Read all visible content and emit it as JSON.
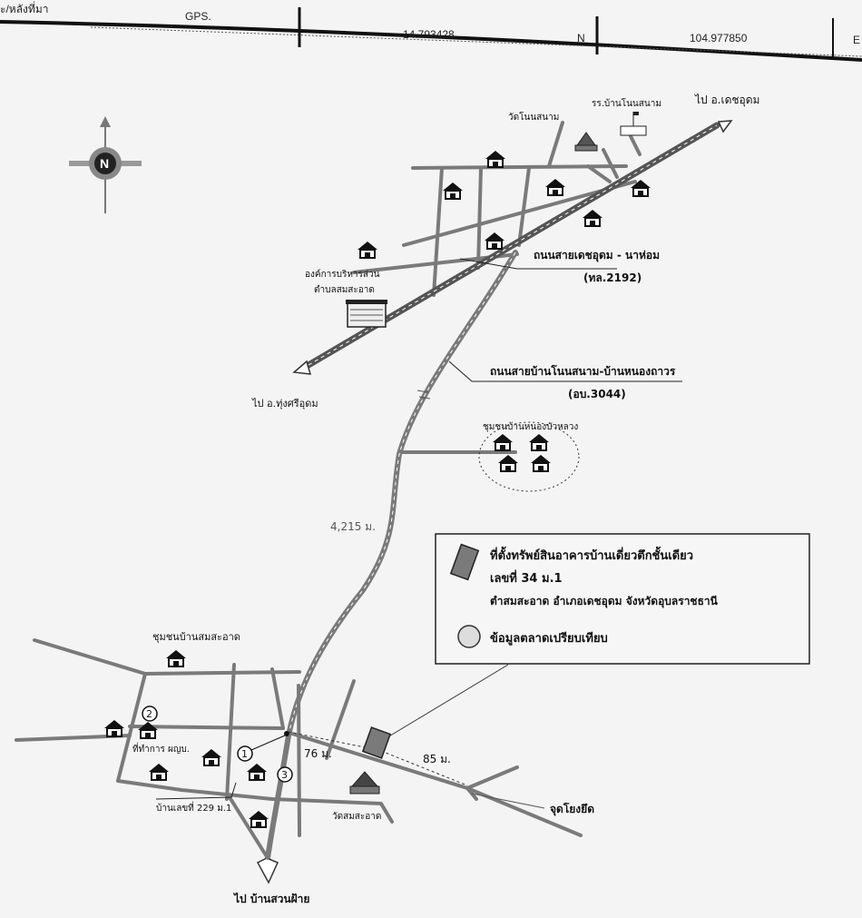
{
  "header": {
    "corner_text": "ะ/หลังที่มา",
    "gps_label": "GPS.",
    "lat_value": "14.793428",
    "lat_dir": "N",
    "lon_value": "104.977850",
    "lon_dir": "E"
  },
  "compass": {
    "letter": "N",
    "icon": "north-arrow-icon"
  },
  "places": {
    "to_det_udom": "ไป อ.เดชอุดม",
    "school": "รร.บ้านโนนสนาม",
    "temple_nonsanam": "วัดโนนสนาม",
    "road_main_name": "ถนนสายเดชอุดม - นาห่อม",
    "road_main_code": "(ทล.2192)",
    "tao_line1": "องค์การบริหารส่วน",
    "tao_line2": "ตำบลสมสะอาด",
    "to_thung_si_udom": "ไป อ.ทุ่งศรีอุดม",
    "road_secondary_name": "ถนนสายบ้านโนนสนาม-บ้านหนองถาวร",
    "road_secondary_code": "(อบ.3044)",
    "community_nongbua": "ชุมชนบ้านหนองบัวหลวง",
    "distance_long": "4,215 ม.",
    "community_somsaat": "ชุมชนบ้านสมสะอาด",
    "office_label": "ที่ทำการ ผญบ.",
    "house229": "บ้านเลขที่ 229 ม.1",
    "temple_somsaat": "วัดสมสะอาด",
    "to_ban_suan": "ไป บ้านสวนฝ้าย",
    "distance_76": "76 ม.",
    "distance_85": "85 ม.",
    "landmark_junction": "จุดโยงยึด",
    "marker_1": "1",
    "marker_2": "2",
    "marker_3": "3"
  },
  "legend": {
    "subject_line1": "ที่ตั้งทรัพย์สินอาคารบ้านเดี่ยวตึกชั้นเดียว",
    "subject_line2": "เลขที่ 34 ม.1",
    "subject_line3": "ตำสมสะอาด อำเภอเดชอุดม จังหวัดอุบลราชธานี",
    "market_data": "ข้อมูลตลาดเปรียบเทียบ"
  },
  "colors": {
    "subject_fill": "#7a7a7a",
    "comparable_fill": "#dddddd",
    "road": "#7a7a7a"
  }
}
